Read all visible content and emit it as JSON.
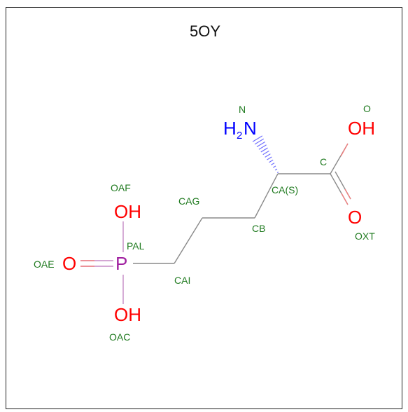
{
  "title": "5OY",
  "colors": {
    "bond": "#8a8a8a",
    "oxygen": "#ff0000",
    "nitrogen": "#0000ff",
    "phosphorus": "#a020a0",
    "label": "#1f7a1f",
    "p_bond": "#c58ac5",
    "o_bond": "#f08080"
  },
  "atoms": {
    "n_h": "H",
    "n_sub": "2",
    "n_sym": "N",
    "o_top": "OH",
    "o_xt": "O",
    "o_af": "OH",
    "o_ae": "O",
    "p": "P",
    "o_ac": "OH"
  },
  "labels": {
    "n": "N",
    "o": "O",
    "c": "C",
    "ca": "CA(S)",
    "cb": "CB",
    "cag": "CAG",
    "cai": "CAI",
    "pal": "PAL",
    "oaf": "OAF",
    "oae": "OAE",
    "oac": "OAC",
    "oxt": "OXT"
  }
}
